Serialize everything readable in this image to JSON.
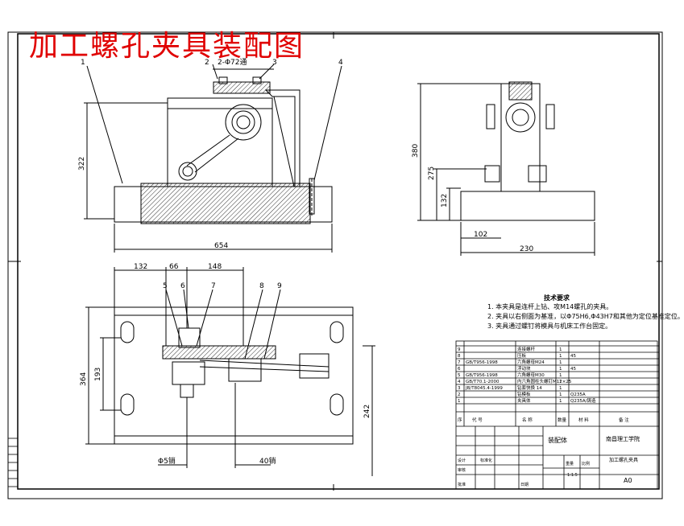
{
  "title": "加工螺孔夹具装配图",
  "balloons": [
    "1",
    "2",
    "2",
    "3",
    "4",
    "5",
    "6",
    "7",
    "8",
    "9"
  ],
  "dims": {
    "front_height": "322",
    "front_width": "654",
    "top_part": "2-Φ72通",
    "side_h1": "380",
    "side_h2": "275",
    "side_h3": "132",
    "side_w1": "102",
    "side_w2": "230",
    "plan_w1": "132",
    "plan_w2": "66",
    "plan_w3": "148",
    "plan_h1": "364",
    "plan_h2": "193",
    "plan_h3": "242",
    "plan_d1": "Φ5销",
    "plan_d2": "40销"
  },
  "tech_req": {
    "heading": "技术要求",
    "lines": [
      "1. 本夹具是连杆上钻、攻M14螺孔的夹具。",
      "2. 夹具以右侧面为基准，以Φ75H6,Φ43H7和其他为定位基准定位。",
      "3. 夹具通过螺钉将模具与机床工作台固定。"
    ]
  },
  "bom": [
    {
      "no": "9",
      "code": "",
      "name": "连接螺杆",
      "qty": "1",
      "mat": ""
    },
    {
      "no": "8",
      "code": "",
      "name": "压板",
      "qty": "1",
      "mat": "45"
    },
    {
      "no": "7",
      "code": "GB/T956-1998",
      "name": "六角螺母M24",
      "qty": "1",
      "mat": ""
    },
    {
      "no": "6",
      "code": "",
      "name": "浮动块",
      "qty": "1",
      "mat": "45"
    },
    {
      "no": "5",
      "code": "GB/T956-1998",
      "name": "六角螺母M30",
      "qty": "1",
      "mat": ""
    },
    {
      "no": "4",
      "code": "GB/T70.1-2000",
      "name": "内六角圆柱头螺钉M12×25",
      "qty": "1",
      "mat": ""
    },
    {
      "no": "3",
      "code": "JB/T8045.4-1999",
      "name": "钻套快换 14",
      "qty": "1",
      "mat": ""
    },
    {
      "no": "2",
      "code": "",
      "name": "钻模板",
      "qty": "1",
      "mat": "Q235A"
    },
    {
      "no": "1",
      "code": "",
      "name": "夹具体",
      "qty": "1",
      "mat": "Q235A/铸造"
    }
  ],
  "bom_header": {
    "no": "序",
    "code": "代 号",
    "name": "名 称",
    "qty": "数量",
    "mat": "材 料",
    "note": "备 注"
  },
  "title_block": {
    "drawing": "装配体",
    "school": "南昌理工学院",
    "part": "加工螺孔夹具",
    "sheet": "A0",
    "scale": "1:1.5",
    "design": "设计",
    "check": "审核",
    "approve": "批准",
    "date": "日期",
    "std": "标准化",
    "weight": "重量",
    "ratio": "比例"
  }
}
